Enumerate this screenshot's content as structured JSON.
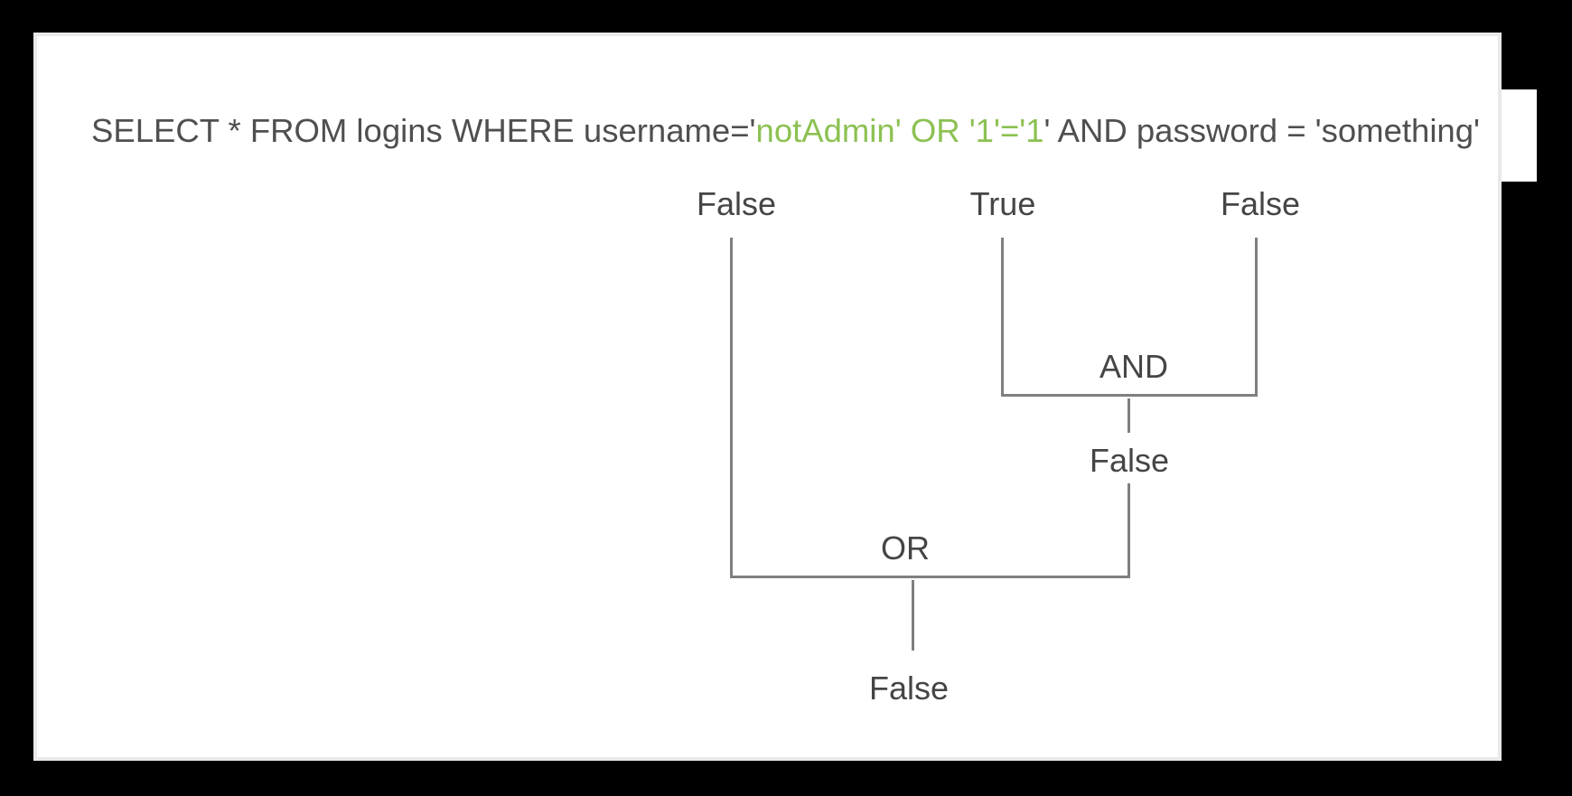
{
  "window": {
    "background_color": "#000000"
  },
  "slide": {
    "background_color": "#ffffff",
    "border_color": "#ebe8eb"
  },
  "query": {
    "prefix": "SELECT * FROM logins WHERE username='",
    "injection": "notAdmin' OR '1'='1",
    "suffix": "' AND password = 'something'",
    "text_color": "#4f4f51",
    "injection_color": "#8cc152"
  },
  "tree": {
    "line_color": "#7f7f7f",
    "label_color": "#454547",
    "leaf_left": {
      "label": "False"
    },
    "leaf_middle": {
      "label": "True"
    },
    "leaf_right": {
      "label": "False"
    },
    "and_node": {
      "operator": "AND",
      "result": "False"
    },
    "or_node": {
      "operator": "OR",
      "result": "False"
    }
  }
}
